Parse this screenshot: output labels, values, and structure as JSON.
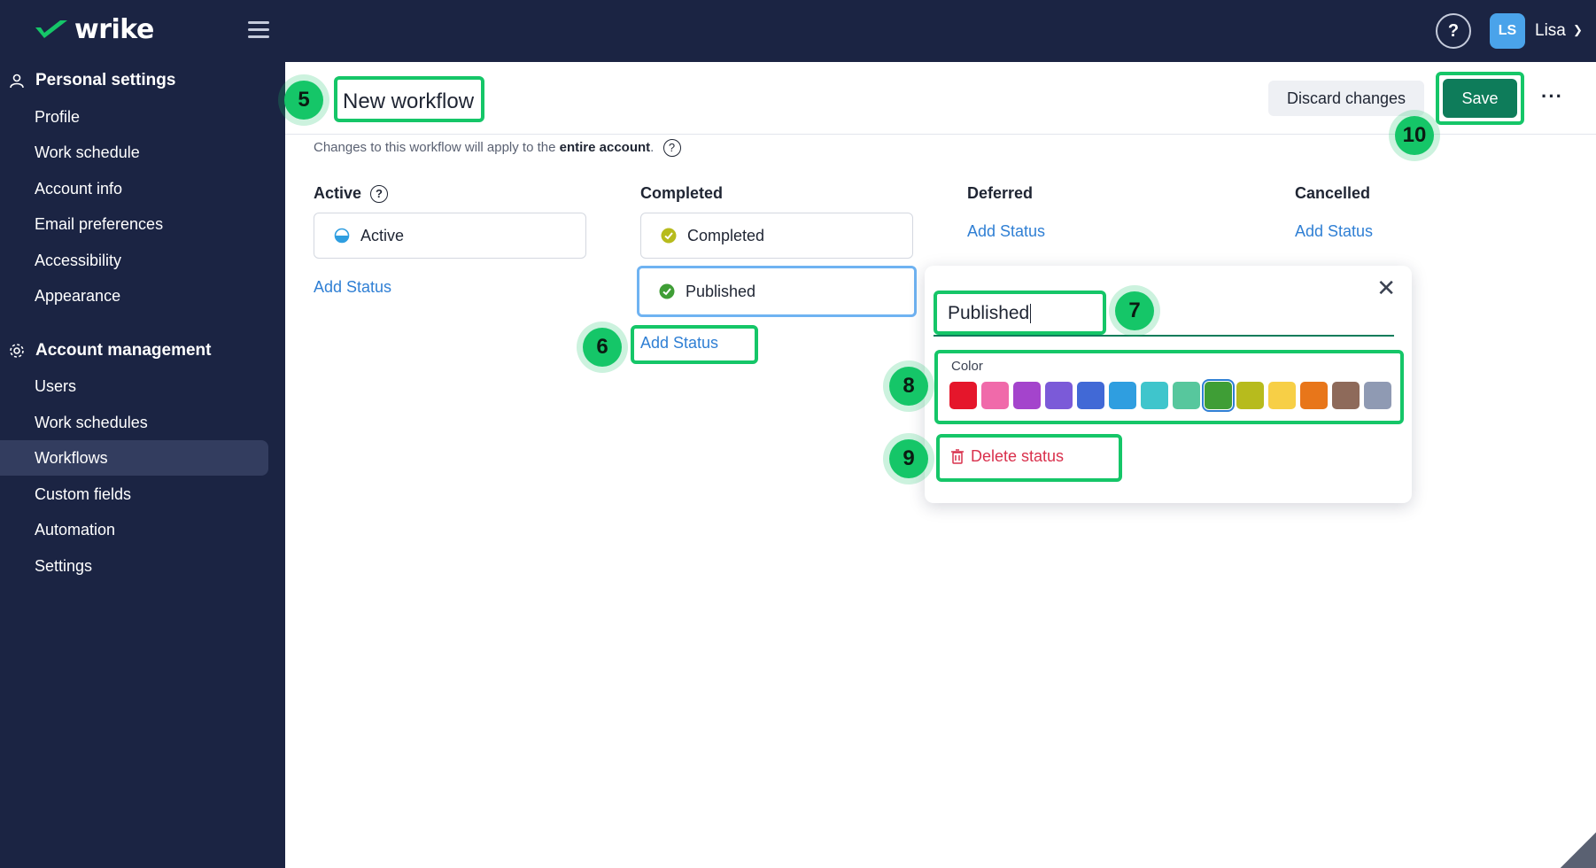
{
  "app": {
    "logo": "wrike",
    "user_initials": "LS",
    "user_name": "Lisa",
    "help": "?"
  },
  "sidebar": {
    "personal_section": "Personal settings",
    "personal_items": [
      "Profile",
      "Work schedule",
      "Account info",
      "Email preferences",
      "Accessibility",
      "Appearance"
    ],
    "account_section": "Account management",
    "account_items": [
      "Users",
      "Work schedules",
      "Workflows",
      "Custom fields",
      "Automation",
      "Settings"
    ],
    "active_item": "Workflows"
  },
  "header": {
    "title": "New workflow",
    "subtitle_prefix": "Changes to this workflow will apply to the",
    "subtitle_bold": "entire account",
    "subtitle_suffix": ".",
    "discard_label": "Discard changes",
    "save_label": "Save",
    "more_label": "···"
  },
  "columns": [
    {
      "heading": "Active",
      "statuses": [
        "Active"
      ],
      "add_label": "Add Status"
    },
    {
      "heading": "Completed",
      "statuses": [
        "Completed",
        "Published"
      ],
      "add_label": "Add Status"
    },
    {
      "heading": "Deferred",
      "statuses": [],
      "add_label": "Add Status"
    },
    {
      "heading": "Cancelled",
      "statuses": [],
      "add_label": "Add Status"
    }
  ],
  "popup": {
    "name_value": "Published",
    "color_label": "Color",
    "delete_label": "Delete status",
    "colors": [
      "#e5162b",
      "#f06aaa",
      "#a444cc",
      "#7b5ad8",
      "#4169d6",
      "#2f9ee0",
      "#3fc5cc",
      "#57c79d",
      "#3f9e36",
      "#b7bb1d",
      "#f7cf46",
      "#e8761a",
      "#8e6a5a",
      "#8f9ab3"
    ],
    "selected_color": "#3f9e36"
  },
  "colors": {
    "accent_green": "#15c668",
    "save_green": "#0e7c5a",
    "link_blue": "#2f7fd4",
    "delete_red": "#d9304c"
  },
  "steps": [
    "5",
    "6",
    "7",
    "8",
    "9",
    "10"
  ]
}
